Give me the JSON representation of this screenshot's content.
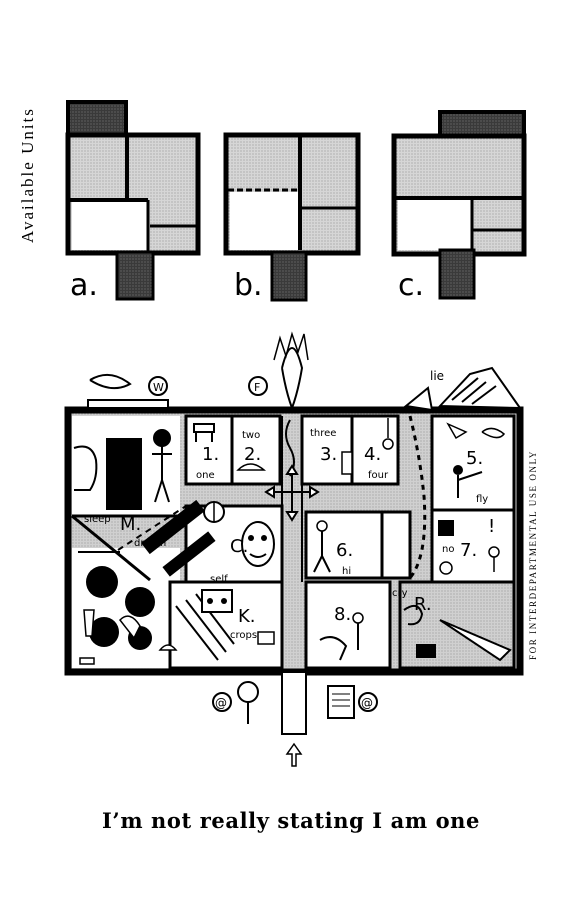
{
  "header": {
    "title": "Available Units"
  },
  "units": [
    {
      "id": "a",
      "label": "a."
    },
    {
      "id": "b",
      "label": "b."
    },
    {
      "id": "c",
      "label": "c."
    }
  ],
  "floorplan": {
    "rooms": [
      {
        "id": "1",
        "label": "1.",
        "word": "one",
        "word2": ""
      },
      {
        "id": "2",
        "label": "2.",
        "word": "two",
        "word2": ""
      },
      {
        "id": "3",
        "label": "3.",
        "word": "three",
        "word2": ""
      },
      {
        "id": "4",
        "label": "4.",
        "word": "four",
        "word2": ""
      },
      {
        "id": "5",
        "label": "5.",
        "word": "fly",
        "word2": ""
      },
      {
        "id": "6",
        "label": "6.",
        "word": "hi",
        "word2": ""
      },
      {
        "id": "7",
        "label": "7.",
        "word": "no",
        "word2": "!"
      },
      {
        "id": "8",
        "label": "8.",
        "word": "",
        "word2": ""
      },
      {
        "id": "C",
        "label": "C.",
        "word": "self",
        "word2": ""
      },
      {
        "id": "K",
        "label": "K.",
        "word": "crops",
        "word2": ""
      },
      {
        "id": "M",
        "label": "M.",
        "word": "sleep",
        "word2": "dream"
      },
      {
        "id": "R",
        "label": "R.",
        "word": "cry",
        "word2": ""
      }
    ],
    "rooftop_signs": {
      "w": "W",
      "f": "F",
      "lie": "lie"
    },
    "bottom_signs": {
      "left": "@",
      "right": "@"
    }
  },
  "side_note": "FOR INTERDEPARTMENTAL USE ONLY",
  "caption": "I’m not really stating I am one"
}
